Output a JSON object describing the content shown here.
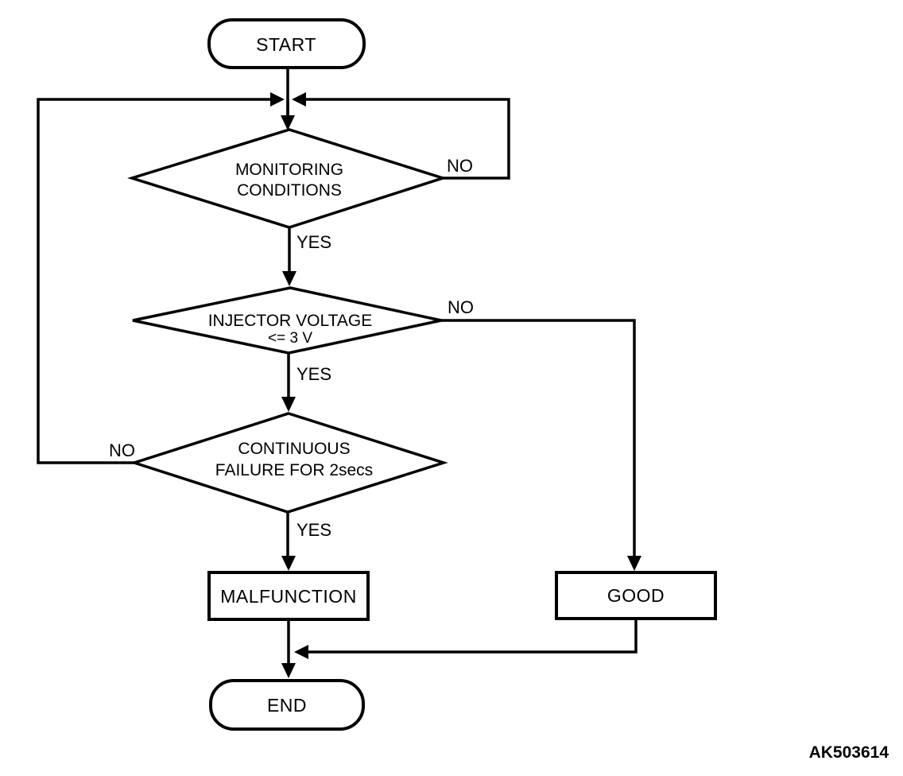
{
  "diagram": {
    "type": "flowchart",
    "figure_code": "AK503614",
    "colors": {
      "background": "#ffffff",
      "line": "#000000",
      "text": "#000000"
    },
    "nodes": {
      "start": {
        "type": "terminator",
        "label": "START"
      },
      "monitoring_conditions": {
        "type": "decision",
        "line1": "MONITORING",
        "line2": "CONDITIONS"
      },
      "injector_voltage": {
        "type": "decision",
        "line1": "INJECTOR VOLTAGE",
        "line2": "<= 3 V"
      },
      "continuous_failure": {
        "type": "decision",
        "line1": "CONTINUOUS",
        "line2": "FAILURE FOR 2secs"
      },
      "malfunction": {
        "type": "process",
        "label": "MALFUNCTION"
      },
      "good": {
        "type": "process",
        "label": "GOOD"
      },
      "end": {
        "type": "terminator",
        "label": "END"
      }
    },
    "edge_labels": {
      "monitoring_no": "NO",
      "monitoring_yes": "YES",
      "injector_no": "NO",
      "injector_yes": "YES",
      "continuous_no": "NO",
      "continuous_yes": "YES"
    },
    "edges": [
      {
        "from": "start",
        "to": "monitoring_conditions",
        "label": ""
      },
      {
        "from": "monitoring_conditions",
        "to": "loop_junction_top",
        "label": "NO"
      },
      {
        "from": "monitoring_conditions",
        "to": "injector_voltage",
        "label": "YES"
      },
      {
        "from": "injector_voltage",
        "to": "good",
        "label": "NO"
      },
      {
        "from": "injector_voltage",
        "to": "continuous_failure",
        "label": "YES"
      },
      {
        "from": "continuous_failure",
        "to": "loop_junction_top",
        "label": "NO"
      },
      {
        "from": "continuous_failure",
        "to": "malfunction",
        "label": "YES"
      },
      {
        "from": "malfunction",
        "to": "end",
        "label": ""
      },
      {
        "from": "good",
        "to": "end",
        "label": ""
      }
    ]
  }
}
